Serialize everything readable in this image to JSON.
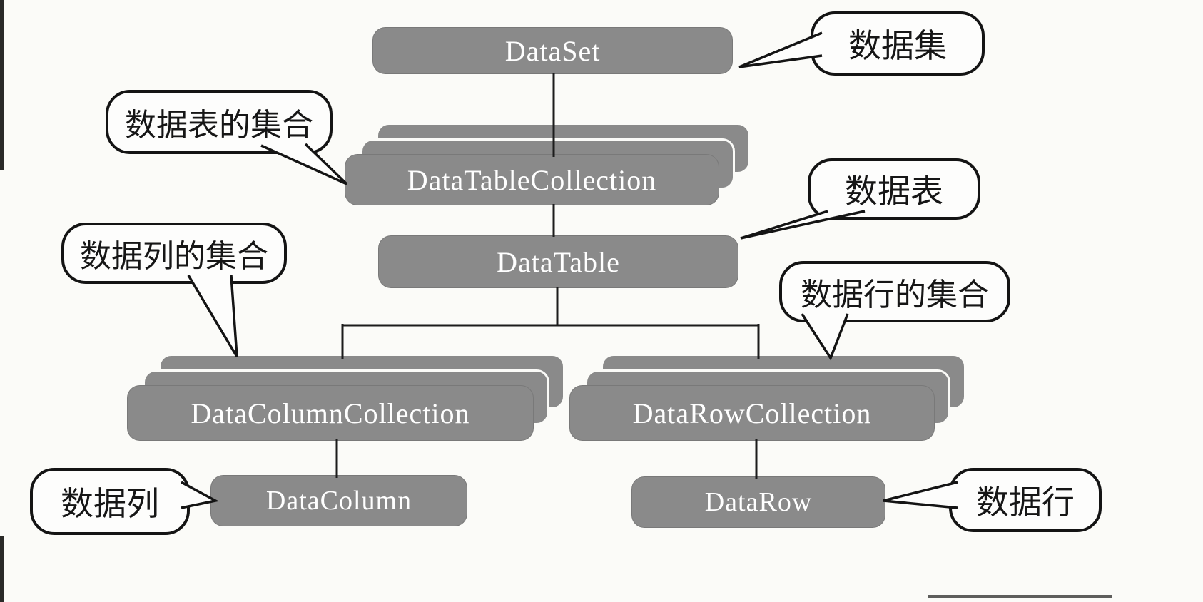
{
  "diagram": {
    "type": "hierarchy",
    "nodes": {
      "dataset": {
        "label": "DataSet"
      },
      "datatablecollection": {
        "label": "DataTableCollection",
        "stacked": true
      },
      "datatable": {
        "label": "DataTable"
      },
      "datacolumncollection": {
        "label": "DataColumnCollection",
        "stacked": true
      },
      "datarowcollection": {
        "label": "DataRowCollection",
        "stacked": true
      },
      "datacolumn": {
        "label": "DataColumn"
      },
      "datarow": {
        "label": "DataRow"
      }
    },
    "callouts": {
      "dataset": {
        "label": "数据集",
        "points_to": "DataSet"
      },
      "datatablecollection": {
        "label": "数据表的集合",
        "points_to": "DataTableCollection"
      },
      "datatable": {
        "label": "数据表",
        "points_to": "DataTable"
      },
      "datacolumncollection": {
        "label": "数据列的集合",
        "points_to": "DataColumnCollection"
      },
      "datarowcollection": {
        "label": "数据行的集合",
        "points_to": "DataRowCollection"
      },
      "datacolumn": {
        "label": "数据列",
        "points_to": "DataColumn"
      },
      "datarow": {
        "label": "数据行",
        "points_to": "DataRow"
      }
    },
    "edges": [
      {
        "from": "DataSet",
        "to": "DataTableCollection"
      },
      {
        "from": "DataTableCollection",
        "to": "DataTable"
      },
      {
        "from": "DataTable",
        "to": "DataColumnCollection"
      },
      {
        "from": "DataTable",
        "to": "DataRowCollection"
      },
      {
        "from": "DataColumnCollection",
        "to": "DataColumn"
      },
      {
        "from": "DataRowCollection",
        "to": "DataRow"
      }
    ],
    "colors": {
      "node_fill": "#8a8a8a",
      "node_text": "#ffffff",
      "line": "#1c1c1c",
      "bubble_border": "#141414",
      "bubble_fill": "#fdfdfc",
      "background": "#fbfbf8"
    }
  }
}
